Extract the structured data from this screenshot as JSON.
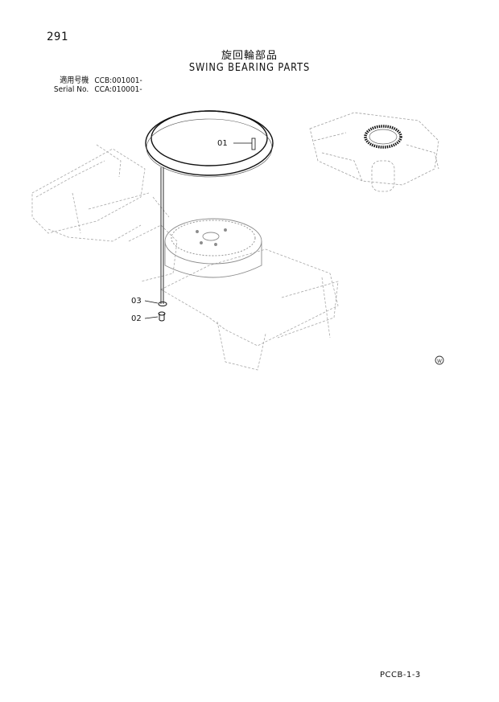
{
  "page": {
    "number": "291",
    "title_jp": "旋回輪部品",
    "title_en": "SWING BEARING PARTS",
    "doc_code": "PCCB-1-3"
  },
  "serial": {
    "rows": [
      {
        "label": "適用号機",
        "value": "CCB:001001-"
      },
      {
        "label": "Serial No.",
        "value": "CCA:010001-"
      }
    ]
  },
  "callouts": {
    "part_01": "01",
    "part_02": "02",
    "part_03": "03"
  },
  "colors": {
    "ink": "#111111",
    "light_ink": "#9a9a9a",
    "paper": "#ffffff"
  },
  "icons": {
    "marker": "w-circle-icon",
    "marker_letter": "W"
  }
}
